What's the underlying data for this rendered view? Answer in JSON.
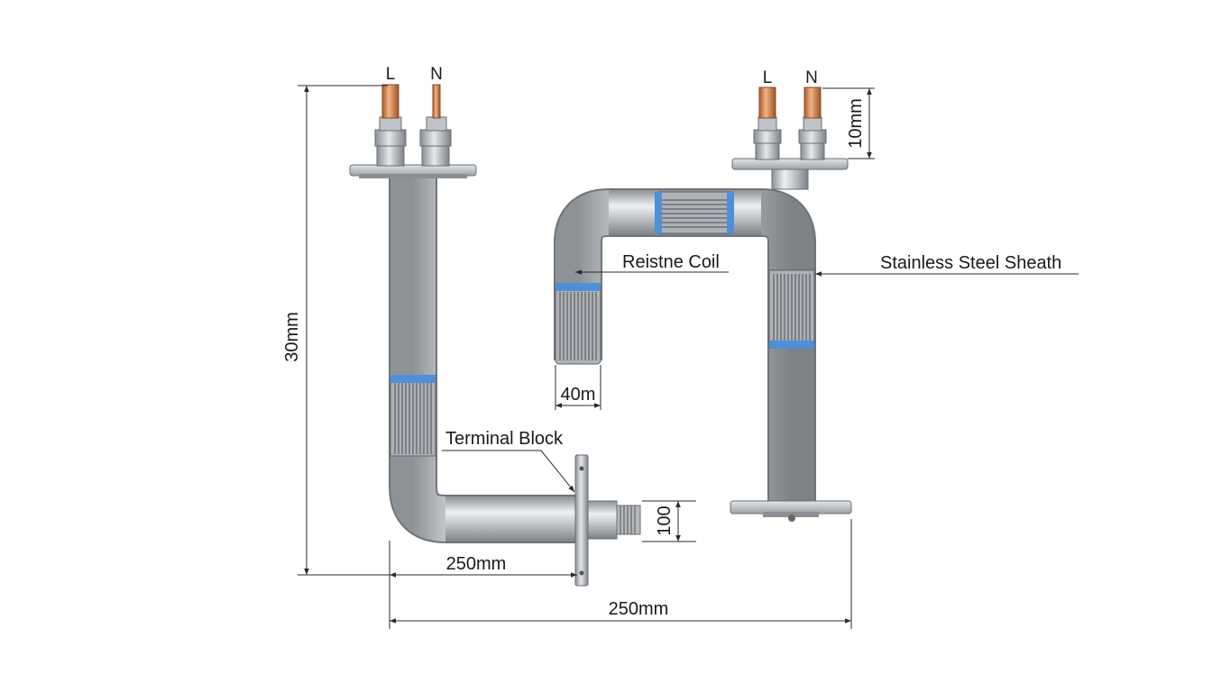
{
  "labels": {
    "resistance_coil": "Reistne Coil",
    "sheath": "Stainless Steel Sheath",
    "terminal_block": "Terminal Block"
  },
  "terminals": {
    "left_live": "L",
    "left_neutral": "N",
    "right_live": "L",
    "right_neutral": "N"
  },
  "dimensions": {
    "left_height": "30mm",
    "right_terminal_height": "10mm",
    "coil_width": "40m",
    "fitting_height": "100",
    "bend_length": "250mm",
    "overall_length": "250mm"
  },
  "colors": {
    "steel": "#c9ccd0",
    "copper": "#d88a55",
    "band": "#4f8fd8"
  }
}
